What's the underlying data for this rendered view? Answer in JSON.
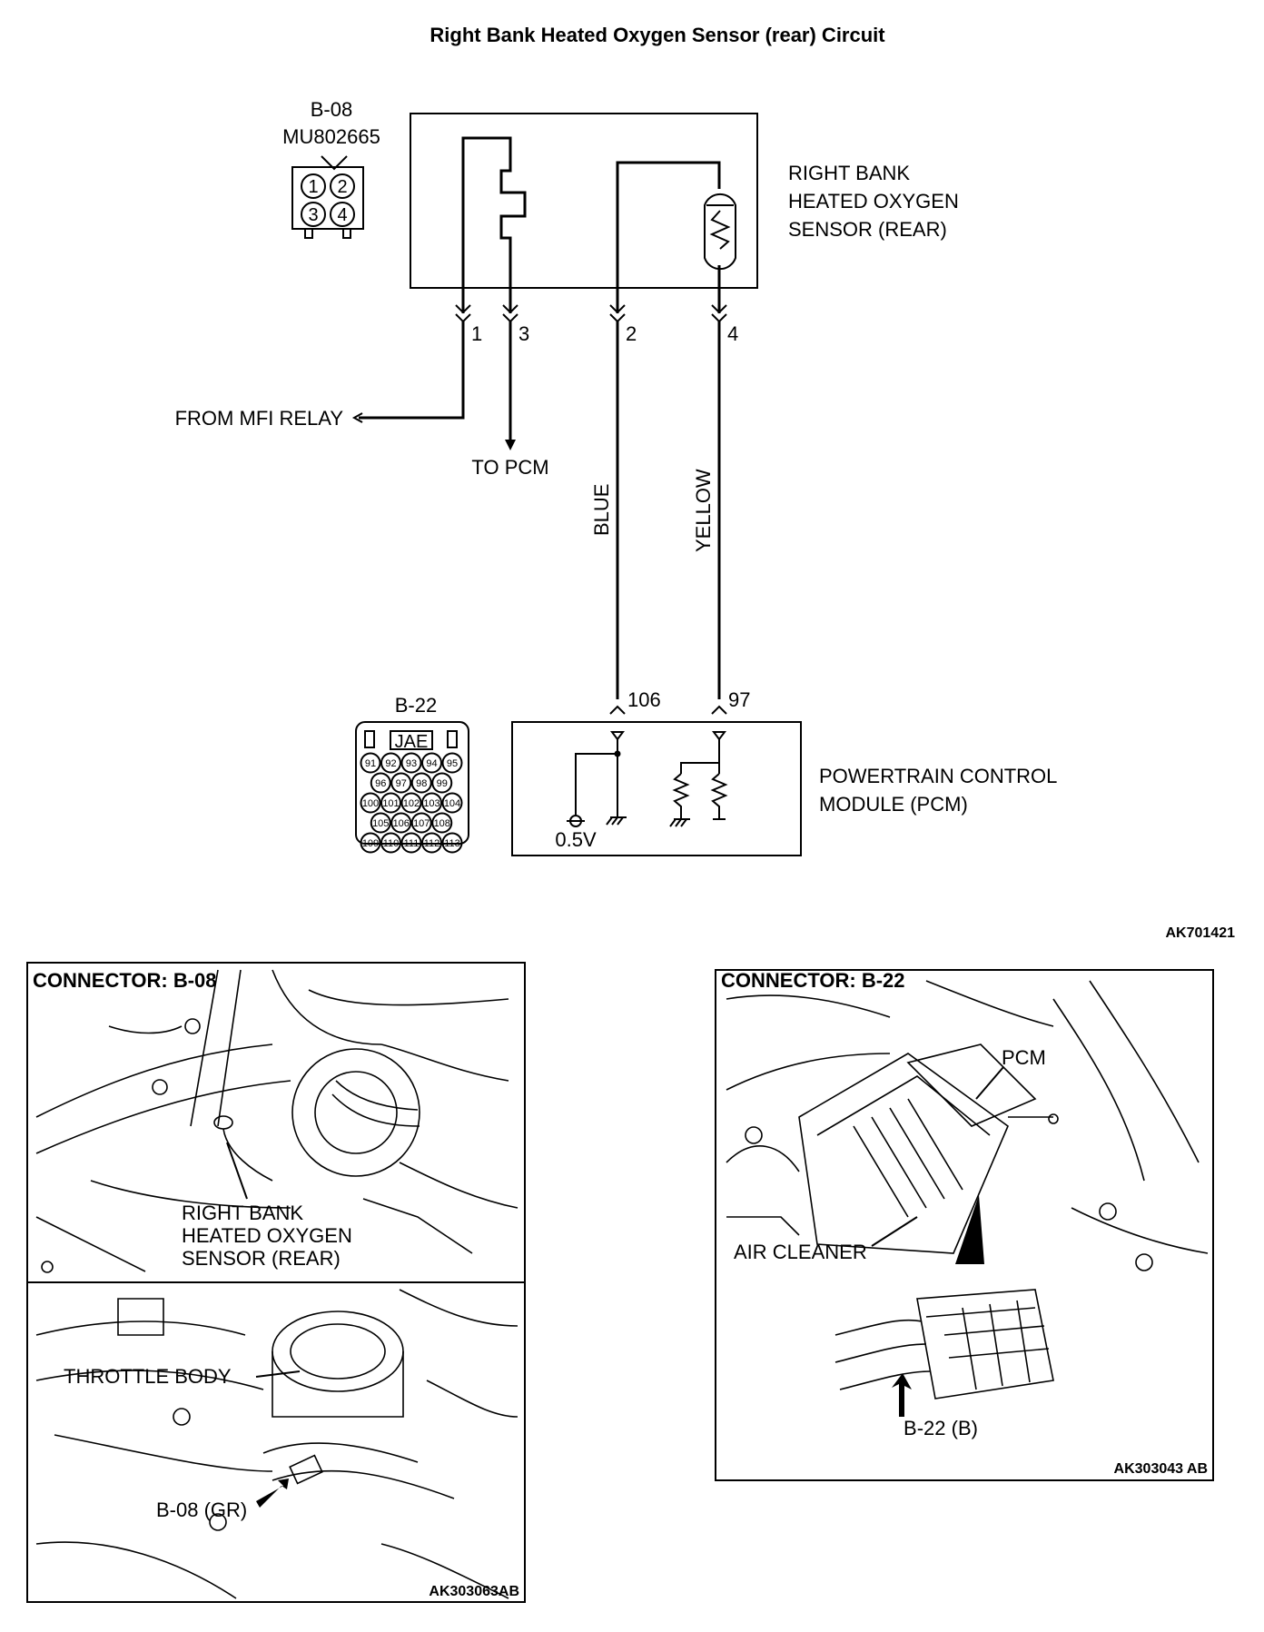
{
  "title": "Right Bank Heated Oxygen Sensor (rear) Circuit",
  "b08": {
    "id": "B-08",
    "part": "MU802665",
    "pins": [
      "1",
      "2",
      "3",
      "4"
    ]
  },
  "sensor": {
    "label_lines": [
      "RIGHT BANK",
      "HEATED OXYGEN",
      "SENSOR (REAR)"
    ]
  },
  "wires": {
    "pin1": "1",
    "pin3": "3",
    "pin2": "2",
    "pin4": "4",
    "from_mfi": "FROM MFI RELAY",
    "to_pcm": "TO PCM",
    "blue": "BLUE",
    "yellow": "YELLOW",
    "pcm_pin106": "106",
    "pcm_pin97": "97"
  },
  "b22": {
    "id": "B-22",
    "brand": "JAE",
    "rows": [
      [
        "91",
        "92",
        "93",
        "94",
        "95"
      ],
      [
        "96",
        "97",
        "98",
        "99"
      ],
      [
        "100",
        "101",
        "102",
        "103",
        "104"
      ],
      [
        "105",
        "106",
        "107",
        "108"
      ],
      [
        "109",
        "110",
        "111",
        "112",
        "113"
      ]
    ]
  },
  "pcm": {
    "label_lines": [
      "POWERTRAIN CONTROL",
      "MODULE (PCM)"
    ],
    "voltage": "0.5V"
  },
  "diagram_code": "AK701421",
  "panel_left": {
    "title": "CONNECTOR: B-08",
    "sensor_lines": [
      "RIGHT BANK",
      "HEATED OXYGEN",
      "SENSOR (REAR)"
    ],
    "throttle": "THROTTLE BODY",
    "connector": "B-08 (GR)",
    "code": "AK303063AB"
  },
  "panel_right": {
    "title": "CONNECTOR: B-22",
    "pcm": "PCM",
    "air_cleaner": "AIR CLEANER",
    "connector": "B-22 (B)",
    "code": "AK303043 AB"
  }
}
